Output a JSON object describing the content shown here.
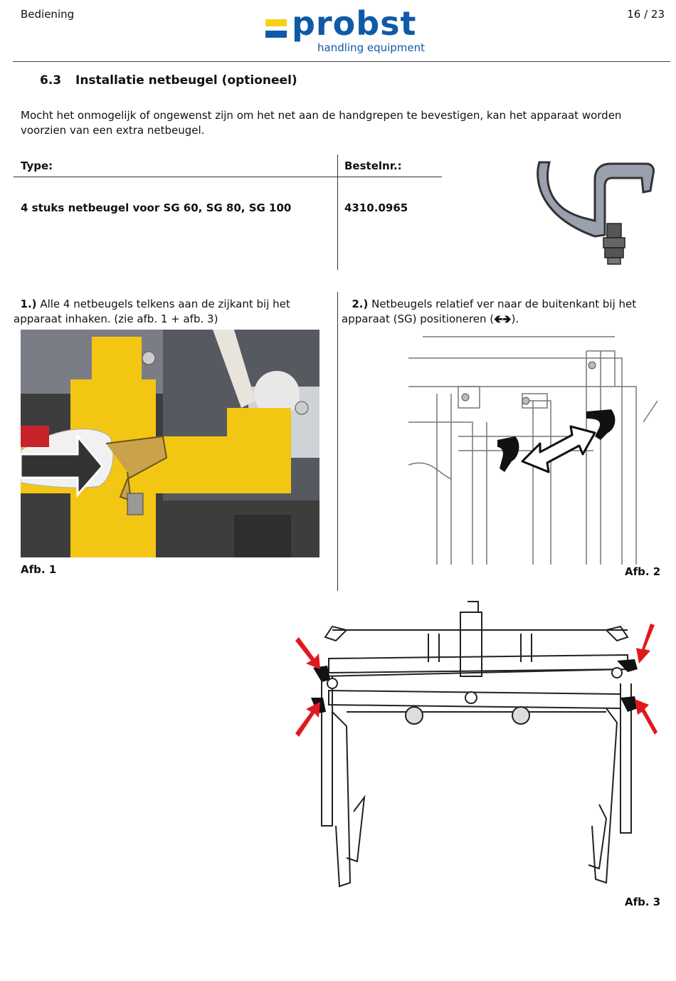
{
  "header": {
    "section_label": "Bediening",
    "page": "16 / 23",
    "logo_word": "probst",
    "logo_sub": "handling equipment"
  },
  "section": {
    "number": "6.3",
    "title": "Installatie netbeugel (optioneel)"
  },
  "intro": "Mocht het onmogelijk of ongewenst zijn om het net aan de handgrepen te bevestigen, kan het apparaat worden voorzien van een extra netbeugel.",
  "table": {
    "col_type": "Type:",
    "col_order": "Bestelnr.:",
    "row_type": "4 stuks netbeugel voor SG 60, SG 80, SG 100",
    "row_order": "4310.0965"
  },
  "steps": [
    {
      "num": "1.)",
      "text": "Alle 4 netbeugels telkens aan de zijkant bij het apparaat inhaken. (zie afb. 1 + afb. 3)"
    },
    {
      "num": "2.)",
      "text_before": "Netbeugels relatief ver naar de buitenkant bij het apparaat (SG) positioneren (",
      "arrows": "🡸🡺",
      "text_after": ")."
    }
  ],
  "captions": {
    "fig1": "Afb. 1",
    "fig2": "Afb. 2",
    "fig3": "Afb. 3"
  },
  "colors": {
    "brand_blue": "#0f5aa8",
    "brand_yellow": "#f7d117",
    "frame_yellow": "#f3c613",
    "arrow_red": "#e0191e"
  }
}
